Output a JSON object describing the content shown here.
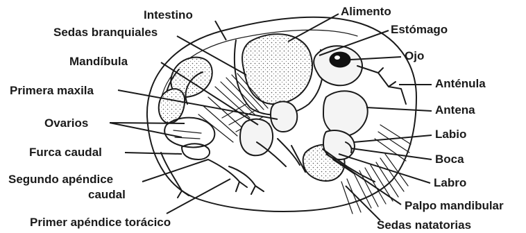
{
  "labels": {
    "intestino": "Intestino",
    "sedas_branquiales": "Sedas branquiales",
    "mandibula": "Mandíbula",
    "primera_maxila": "Primera maxila",
    "ovarios": "Ovarios",
    "furca_caudal": "Furca caudal",
    "segundo_apendice_1": "Segundo apéndice",
    "segundo_apendice_2": "caudal",
    "primer_apendice_toracico": "Primer apéndice torácico",
    "alimento": "Alimento",
    "estomago": "Estómago",
    "ojo": "Ojo",
    "antenula": "Anténula",
    "antena": "Antena",
    "labio": "Labio",
    "boca": "Boca",
    "labro": "Labro",
    "palpo_mandibular": "Palpo mandibular",
    "sedas_natatorias": "Sedas natatorias"
  }
}
